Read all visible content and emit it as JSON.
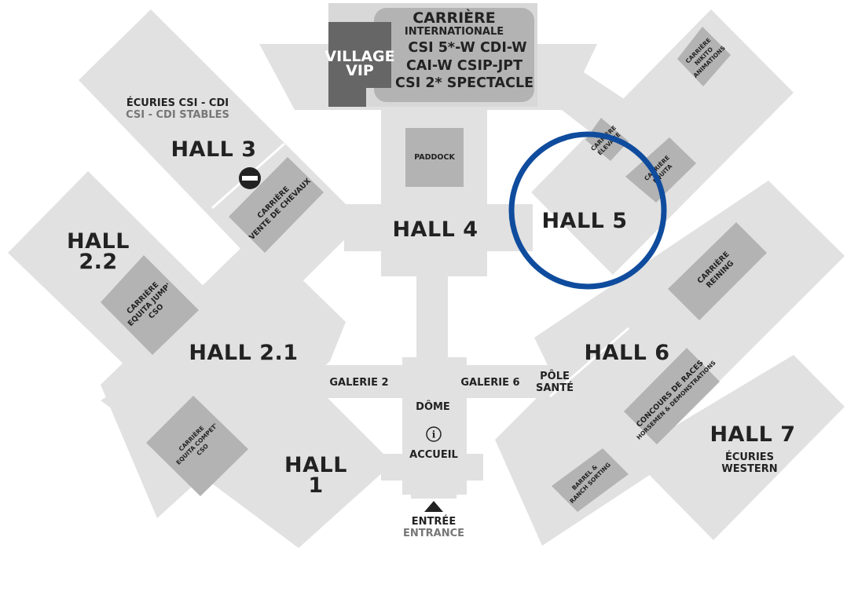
{
  "halls": {
    "hall1": [
      "HALL",
      "1"
    ],
    "hall21": "HALL 2.1",
    "hall22": [
      "HALL",
      "2.2"
    ],
    "hall3": "HALL 3",
    "hall4": "HALL 4",
    "hall5": "HALL 5",
    "hall6": "HALL 6",
    "hall7": "HALL 7",
    "hall7_sub": [
      "ÉCURIES",
      "WESTERN"
    ]
  },
  "internationale": {
    "title": [
      "CARRIÈRE",
      "INTERNATIONALE"
    ],
    "events": [
      "CSI 5*-W  CDI-W",
      "CAI-W  CSIP-JPT",
      "CSI 2*  SPECTACLE"
    ]
  },
  "village_vip": [
    "VILLAGE",
    "VIP"
  ],
  "ecuries_csi": [
    "ÉCURIES CSI - CDI",
    "CSI - CDI STABLES"
  ],
  "paddock": "PADDOCK",
  "arenas": {
    "vente": [
      "CARRIÈRE",
      "VENTE DE CHEVAUX"
    ],
    "jump": [
      "CARRIÈRE",
      "EQUITA JUMP'",
      "CSO"
    ],
    "compet": [
      "CARRIÈRE",
      "EQUITA COMPET'",
      "CSO"
    ],
    "elevage": [
      "CARRIÈRE",
      "ÉLEVAGE"
    ],
    "equita": [
      "CARRIÈRE",
      "EQUITA"
    ],
    "nikito": [
      "CARRIÈRE",
      "NIKITO",
      "ANIMATIONS"
    ],
    "reining": [
      "CARRIÈRE",
      "REINING"
    ],
    "races": [
      "CONCOURS DE RACES",
      "HORSEMEN & DEMONSTRATIONS"
    ],
    "barrel": [
      "BARREL &",
      "RANCH SORTING"
    ]
  },
  "galerie2": "GALERIE 2",
  "galerie6": "GALERIE 6",
  "pole_sante": [
    "PÔLE",
    "SANTÉ"
  ],
  "dome": "DÔME",
  "accueil": "ACCUEIL",
  "info_symbol": "i",
  "entree": "ENTRÉE",
  "entrance": "ENTRANCE",
  "colors": {
    "hall": "#e1e1e1",
    "arena": "#b3b3b3",
    "vip": "#666666",
    "highlight_ring": "#0f4c9e",
    "text": "#222222",
    "subtext": "#777777"
  }
}
